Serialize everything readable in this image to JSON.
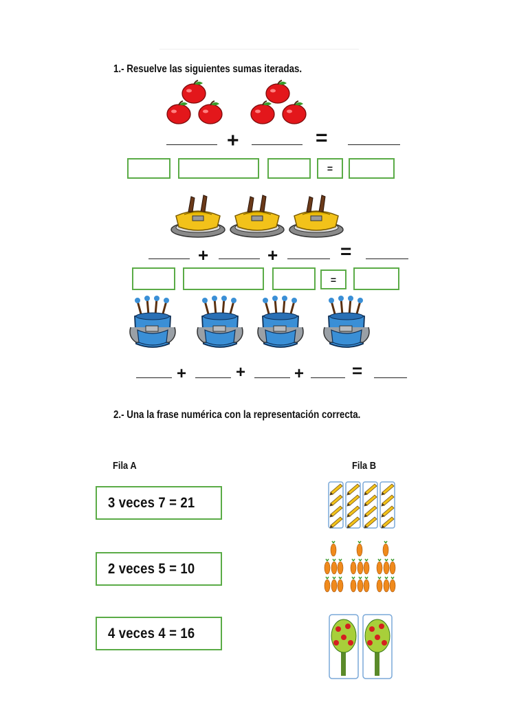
{
  "section1": {
    "title": "1.- Resuelve las siguientes sumas iteradas.",
    "plus": "+",
    "equals": "=",
    "box_equals": "="
  },
  "section2": {
    "title": "2.- Una la frase numérica con la representación correcta.",
    "column_a": "Fila A",
    "column_b": "Fila B",
    "phrases": [
      "3 veces 7 = 21",
      "2 veces 5  = 10",
      "4 veces 4 = 16"
    ]
  },
  "colors": {
    "box_border": "#5aab46",
    "apple": "#e3171b",
    "pot_yellow": "#f2c21a",
    "pot_blue": "#3a8fd6",
    "carrot": "#f08a1c"
  },
  "icons": [
    "apple-icon",
    "yellow-paint-pot-icon",
    "blue-paint-pot-icon",
    "pencil-card-icon",
    "carrot-icon",
    "apple-tree-card-icon"
  ]
}
